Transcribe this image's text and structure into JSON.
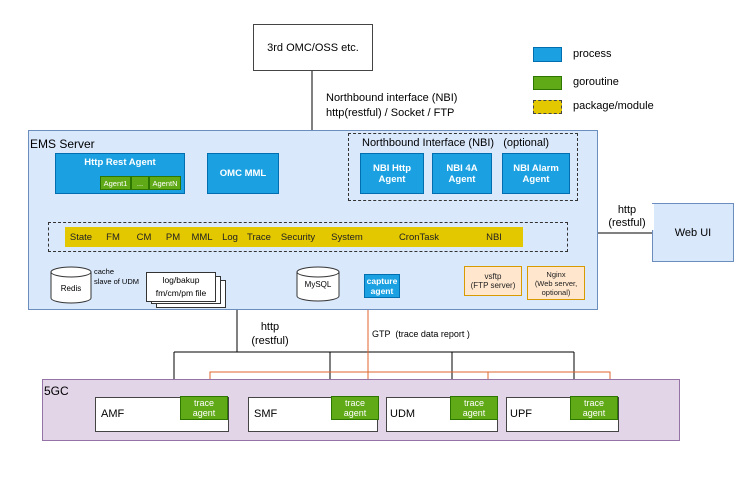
{
  "top_box": {
    "label": "3rd OMC/OSS etc."
  },
  "legend": {
    "process": "process",
    "goroutine": "goroutine",
    "package": "package/module"
  },
  "nbi_label": {
    "line1": "Northbound interface (NBI)",
    "line2": "http(restful) / Socket / FTP"
  },
  "ems": {
    "title": "EMS Server",
    "nbi_group_title": "Northbound Interface (NBI)   (optional)",
    "http_rest_agent": "Http Rest Agent",
    "agents": [
      "Agent1",
      "...",
      "AgentN"
    ],
    "omc_mml": "OMC MML",
    "nbi_http_agent": [
      "NBI Http",
      "Agent"
    ],
    "nbi_4a_agent": [
      "NBI 4A",
      "Agent"
    ],
    "nbi_alarm_agent": [
      "NBI Alarm",
      "Agent"
    ],
    "modules": [
      "State",
      "FM",
      "CM",
      "PM",
      "MML",
      "Log",
      "Trace",
      "Security",
      "System",
      "CronTask",
      "NBI"
    ],
    "redis": "Redis",
    "cache_note": [
      "cache",
      "slave of UDM"
    ],
    "files": [
      "log/bakup",
      "fm/cm/pm file"
    ],
    "mysql": "MySQL",
    "capture_agent": [
      "capture",
      "agent"
    ],
    "vsftp": [
      "vsftp",
      "(FTP server)"
    ],
    "nginx": [
      "Nginx",
      "(Web server,",
      "optional)"
    ]
  },
  "web_ui": {
    "label": "Web UI",
    "link": [
      "http",
      "(restful)"
    ]
  },
  "http_restful": [
    "http",
    "(restful)"
  ],
  "gtp_label": "GTP  (trace data report )",
  "fivegc": {
    "title": "5GC",
    "nfs": [
      "AMF",
      "SMF",
      "UDM",
      "UPF"
    ],
    "trace_agent": [
      "trace",
      "agent"
    ]
  },
  "colors": {
    "process": "#1ba1e2",
    "goroutine": "#60a917",
    "package": "#e3c800",
    "ems_bg": "#dae8fc",
    "fivegc_bg": "#e1d5e7",
    "trace_line": "#e1662e"
  }
}
